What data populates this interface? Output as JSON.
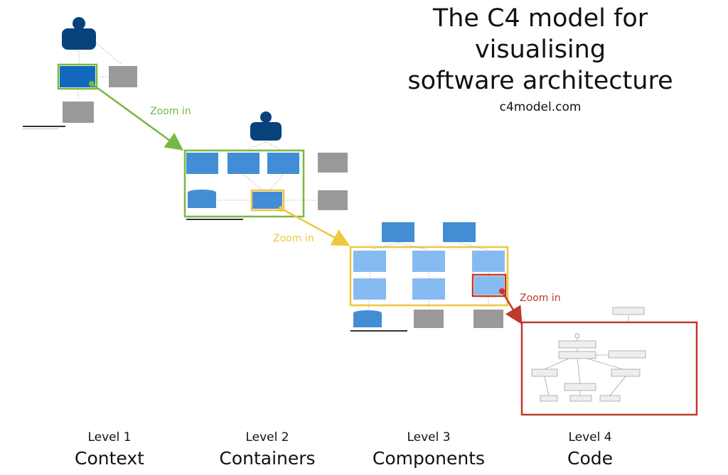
{
  "title": {
    "line1": "The C4 model for visualising",
    "line2": "software architecture",
    "site": "c4model.com"
  },
  "zoom": {
    "label": "Zoom in",
    "colors": {
      "green": "#76b843",
      "yellow": "#f0c63c",
      "red": "#c0392b"
    }
  },
  "levels": [
    {
      "number": "Level 1",
      "name": "Context"
    },
    {
      "number": "Level 2",
      "name": "Containers"
    },
    {
      "number": "Level 3",
      "name": "Components"
    },
    {
      "number": "Level 4",
      "name": "Code"
    }
  ],
  "colors": {
    "person": "#08427b",
    "system": "#1168bd",
    "container": "#438dd5",
    "component": "#85bbf0",
    "external": "#999999",
    "code_border": "#c0392b"
  }
}
